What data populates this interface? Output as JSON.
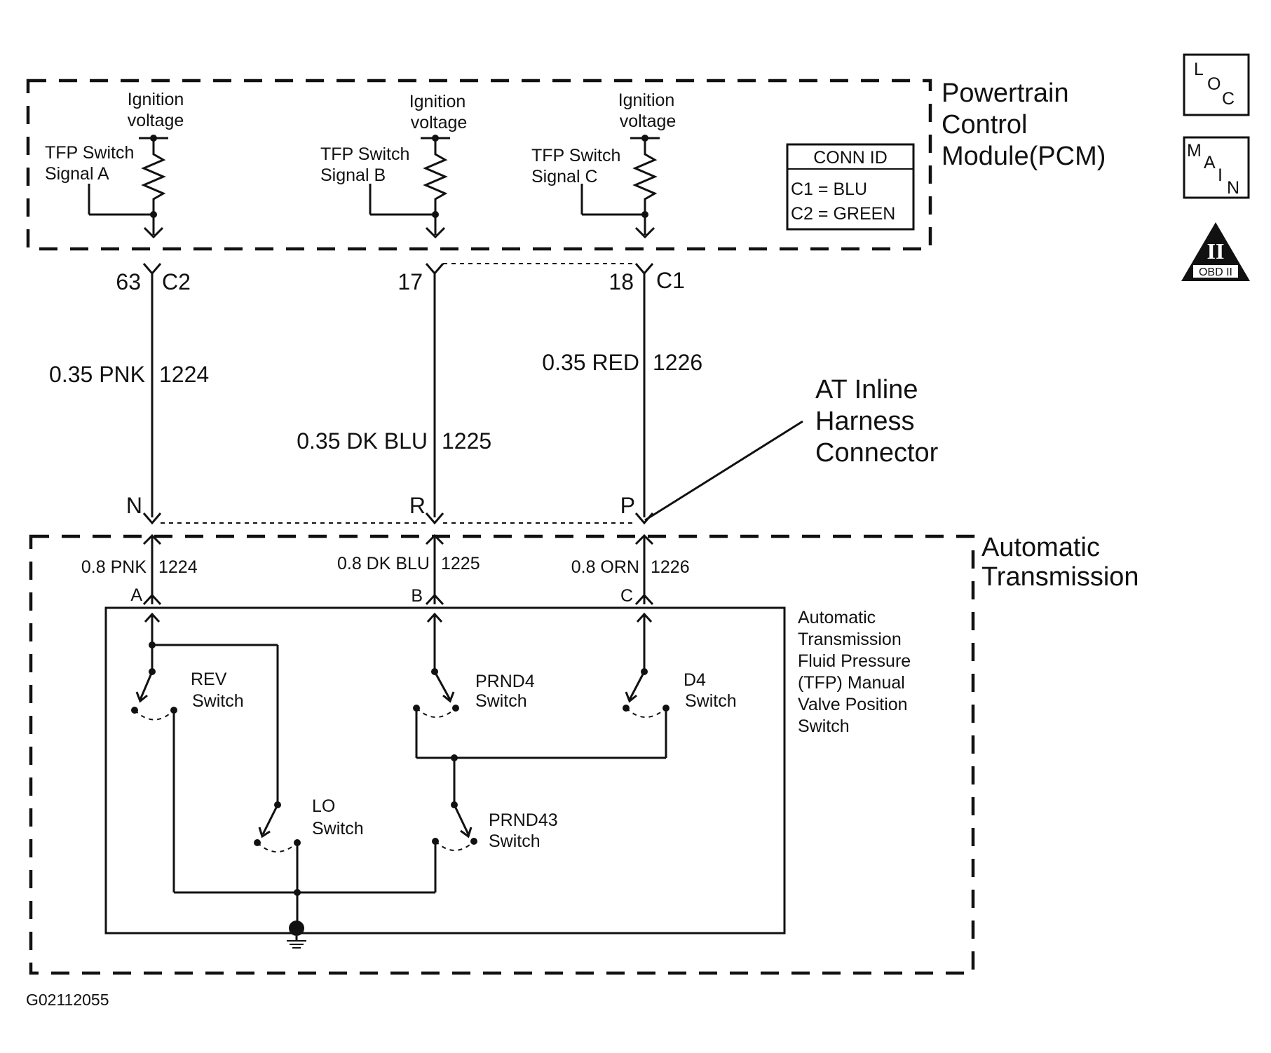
{
  "pcm": {
    "title_lines": [
      "Powertrain",
      "Control",
      "Module(PCM)"
    ],
    "ignition_lines": [
      "Ignition",
      "voltage"
    ],
    "signal_a": [
      "TFP Switch",
      "Signal A"
    ],
    "signal_b": [
      "TFP Switch",
      "Signal B"
    ],
    "signal_c": [
      "TFP Switch",
      "Signal C"
    ],
    "conn_id": {
      "header": "CONN ID",
      "c1": "C1 = BLU",
      "c2": "C2 = GREEN"
    }
  },
  "pcm_pins": [
    {
      "pin": "63",
      "connector": "C2"
    },
    {
      "pin": "17",
      "connector": ""
    },
    {
      "pin": "18",
      "connector": "C1"
    }
  ],
  "pcm_wires": [
    {
      "gauge_color": "0.35 PNK",
      "circuit": "1224"
    },
    {
      "gauge_color": "0.35 DK BLU",
      "circuit": "1225"
    },
    {
      "gauge_color": "0.35 RED",
      "circuit": "1226"
    }
  ],
  "inline_connector": {
    "label_lines": [
      "AT Inline",
      "Harness",
      "Connector"
    ],
    "pins": [
      "N",
      "R",
      "P"
    ]
  },
  "transmission": {
    "title_lines": [
      "Automatic",
      "Transmission"
    ],
    "wires": [
      {
        "gauge_color": "0.8 PNK",
        "circuit": "1224",
        "pin": "A"
      },
      {
        "gauge_color": "0.8 DK BLU",
        "circuit": "1225",
        "pin": "B"
      },
      {
        "gauge_color": "0.8 ORN",
        "circuit": "1226",
        "pin": "C"
      }
    ],
    "switch_assembly_lines": [
      "Automatic",
      "Transmission",
      "Fluid Pressure",
      "(TFP) Manual",
      "Valve Position",
      "Switch"
    ],
    "switches": {
      "rev": [
        "REV",
        "Switch"
      ],
      "prnd4": [
        "PRND4",
        "Switch"
      ],
      "d4": [
        "D4",
        "Switch"
      ],
      "lo": [
        "LO",
        "Switch"
      ],
      "prnd43": [
        "PRND43",
        "Switch"
      ]
    }
  },
  "badges": {
    "loc": [
      "L",
      "O",
      "C"
    ],
    "main": [
      "M",
      "A",
      "I",
      "N"
    ],
    "obd": "OBD II",
    "obd_roman": "II"
  },
  "figure_id": "G02112055"
}
